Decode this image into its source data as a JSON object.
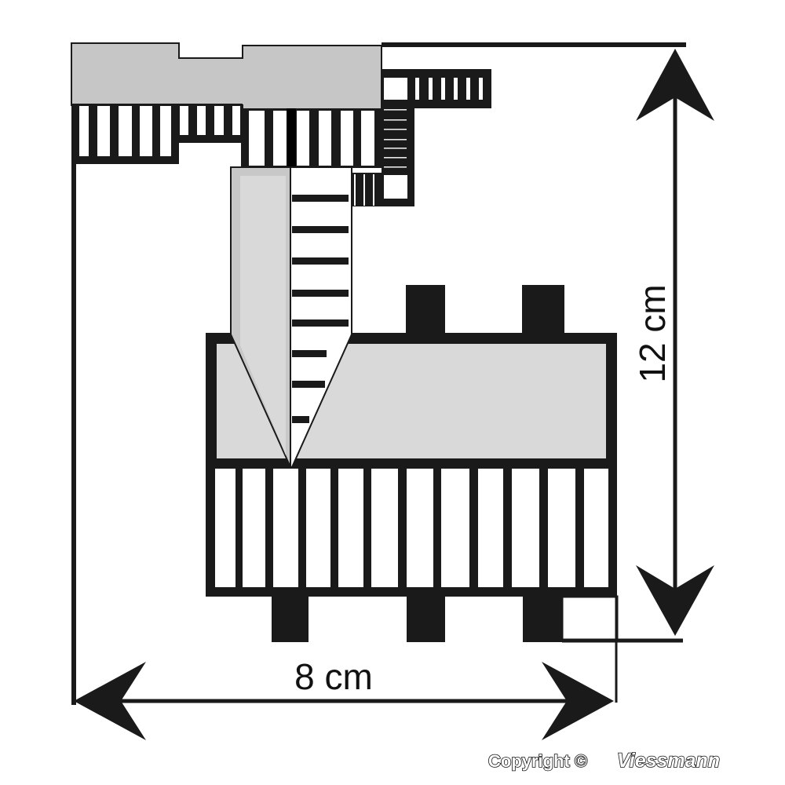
{
  "dimensions": {
    "width_label": "8 cm",
    "height_label": "12 cm"
  },
  "copyright": {
    "prefix": "Copyright ©",
    "brand": "Viessmann"
  },
  "colors": {
    "line": "#1a1a1a",
    "fill_gray": "#c8c8c8",
    "fill_light_gray": "#d9d9d9",
    "background": "#ffffff"
  }
}
